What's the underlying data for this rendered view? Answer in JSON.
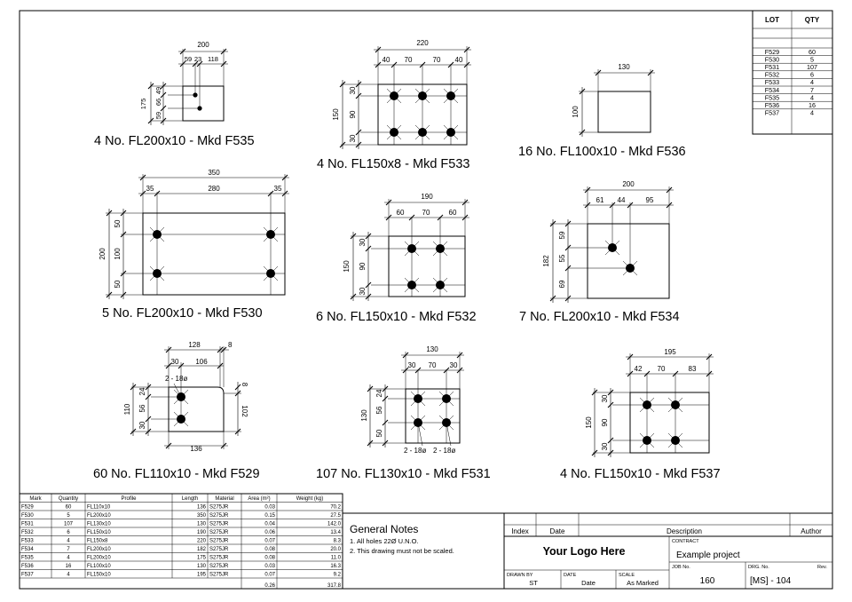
{
  "lot_table": {
    "headers": [
      "LOT",
      "QTY"
    ],
    "rows": [
      [
        "F529",
        "60"
      ],
      [
        "F530",
        "5"
      ],
      [
        "F531",
        "107"
      ],
      [
        "F532",
        "6"
      ],
      [
        "F533",
        "4"
      ],
      [
        "F534",
        "7"
      ],
      [
        "F535",
        "4"
      ],
      [
        "F536",
        "16"
      ],
      [
        "F537",
        "4"
      ]
    ]
  },
  "plates": [
    {
      "title": "4 No. FL200x10 - Mkd F535",
      "dims": {
        "overall": "200",
        "h1": "59",
        "h2": "23",
        "h3": "118",
        "height": "175",
        "v1": "49",
        "v2": "66",
        "v3": "59"
      }
    },
    {
      "title": "4 No. FL150x8 - Mkd F533",
      "dims": {
        "overall": "220",
        "h1": "40",
        "h2": "70",
        "h3": "70",
        "h4": "40",
        "height": "150",
        "v1": "30",
        "v2": "90",
        "v3": "30"
      }
    },
    {
      "title": "16 No. FL100x10 - Mkd F536",
      "dims": {
        "overall": "130",
        "height": "100"
      }
    },
    {
      "title": "5 No. FL200x10 - Mkd F530",
      "dims": {
        "overall": "350",
        "h1": "35",
        "h2": "280",
        "h3": "35",
        "height": "200",
        "v1": "50",
        "v2": "100",
        "v3": "50"
      }
    },
    {
      "title": "6 No. FL150x10 - Mkd F532",
      "dims": {
        "overall": "190",
        "h1": "60",
        "h2": "70",
        "h3": "60",
        "height": "150",
        "v1": "30",
        "v2": "90",
        "v3": "30"
      }
    },
    {
      "title": "7 No. FL200x10 - Mkd F534",
      "dims": {
        "overall": "200",
        "h1": "61",
        "h2": "44",
        "h3": "95",
        "height": "182",
        "v1": "59",
        "v2": "55",
        "v3": "69"
      }
    },
    {
      "title": "60 No. FL110x10 - Mkd F529",
      "dims": {
        "overall": "128",
        "top_small": "8",
        "h1": "30",
        "h2": "106",
        "bottom": "136",
        "height": "110",
        "v1": "24",
        "v2": "56",
        "v3": "30",
        "right": "102",
        "right_small": "8",
        "hole_note": "2 - 18ø"
      }
    },
    {
      "title": "107 No. FL130x10 - Mkd F531",
      "dims": {
        "overall": "130",
        "h1": "30",
        "h2": "70",
        "h3": "30",
        "height": "130",
        "v1": "24",
        "v2": "56",
        "v3": "50",
        "hole_note_1": "2 - 18ø",
        "hole_note_2": "2 - 18ø"
      }
    },
    {
      "title": "4 No. FL150x10 - Mkd F537",
      "dims": {
        "overall": "195",
        "h1": "42",
        "h2": "70",
        "h3": "83",
        "height": "150",
        "v1": "30",
        "v2": "90",
        "v3": "30"
      }
    }
  ],
  "schedule": {
    "headers": [
      "Mark",
      "Quantity",
      "Profile",
      "Length",
      "Material",
      "Area (m²)",
      "Weight (kg)"
    ],
    "rows": [
      [
        "F529",
        "60",
        "FL110x10",
        "136",
        "S275JR",
        "0.03",
        "70.2"
      ],
      [
        "F530",
        "5",
        "FL200x10",
        "350",
        "S275JR",
        "0.15",
        "27.5"
      ],
      [
        "F531",
        "107",
        "FL130x10",
        "130",
        "S275JR",
        "0.04",
        "142.0"
      ],
      [
        "F532",
        "6",
        "FL150x10",
        "190",
        "S275JR",
        "0.06",
        "13.4"
      ],
      [
        "F533",
        "4",
        "FL150x8",
        "220",
        "S275JR",
        "0.07",
        "8.3"
      ],
      [
        "F534",
        "7",
        "FL200x10",
        "182",
        "S275JR",
        "0.08",
        "20.0"
      ],
      [
        "F535",
        "4",
        "FL200x10",
        "175",
        "S275JR",
        "0.08",
        "11.0"
      ],
      [
        "F536",
        "16",
        "FL100x10",
        "130",
        "S275JR",
        "0.03",
        "16.3"
      ],
      [
        "F537",
        "4",
        "FL150x10",
        "195",
        "S275JR",
        "0.07",
        "9.2"
      ]
    ],
    "total_area": "0.26",
    "total_weight": "317.8"
  },
  "notes": {
    "title": "General Notes",
    "items": [
      "1.  All holes 22Ø U.N.O.",
      "2.  This drawing must not be scaled."
    ]
  },
  "title_block": {
    "index": "Index",
    "date": "Date",
    "description": "Description",
    "author": "Author",
    "logo": "Your Logo Here",
    "contract_label": "CONTRACT",
    "contract_value": "Example project",
    "drawn_label": "DRAWN BY",
    "drawn_value": "ST",
    "date_label": "DATE",
    "date_value": "Date",
    "scale_label": "SCALE",
    "scale_value": "As Marked",
    "job_label": "JOB No.",
    "job_value": "160",
    "dwg_label": "DRG. No.",
    "dwg_value": "[MS] - 104",
    "rev_label": "Rev."
  }
}
